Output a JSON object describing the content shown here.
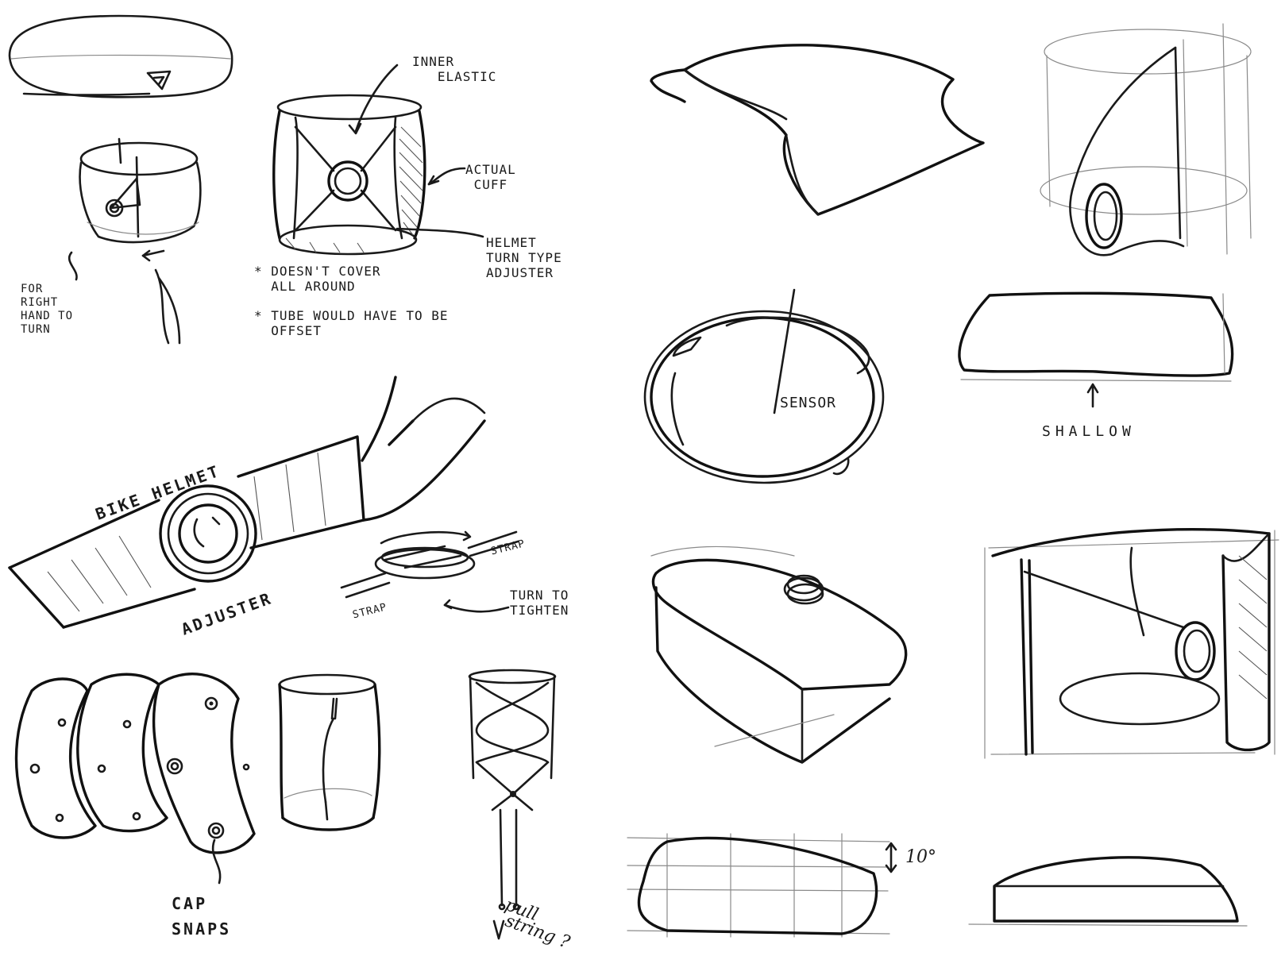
{
  "annotations": {
    "inner_elastic": "INNER\n   ELASTIC",
    "actual_cuff": "ACTUAL\n CUFF",
    "helmet_adjuster": "HELMET\nTURN TYPE\nADJUSTER",
    "right_hand": "FOR\nRIGHT\nHAND TO\nTURN",
    "doesnt_cover": "* DOESN'T COVER\n  ALL AROUND",
    "tube_offset": "* TUBE WOULD HAVE TO BE\n  OFFSET",
    "bike_helmet": "BIKE HELMET",
    "adjuster": "ADJUSTER",
    "strap_top": "STRAP",
    "strap_bottom": "STRAP",
    "turn_to_tighten": "TURN TO\nTIGHTEN",
    "cap_snaps": "CAP\nSNAPS",
    "pull_string": "pull\n string ?",
    "sensor": "SENSOR",
    "shallow": "SHALLOW",
    "ten_degrees": "10°"
  }
}
